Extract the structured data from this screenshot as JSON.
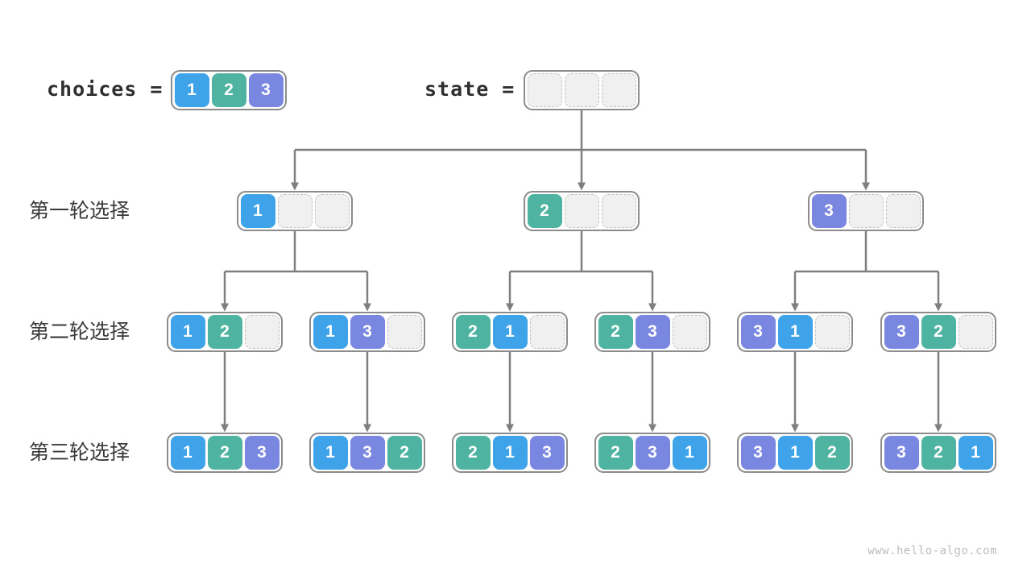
{
  "palette": {
    "1": "#3EA3E8",
    "2": "#4FB3A2",
    "3": "#7A87E0",
    "empty_fill": "#F0F0F0",
    "empty_border": "#C2C2C2",
    "box_border": "#8C8C8C",
    "arrow": "#7F7F7F",
    "label_text": "#3A3A3A"
  },
  "header": {
    "choices_label": "choices =",
    "state_label": "state =",
    "choices_box": [
      1,
      2,
      3
    ],
    "state_box": [
      null,
      null,
      null
    ]
  },
  "rows": [
    {
      "label": "第一轮选择",
      "boxes": [
        [
          1,
          null,
          null
        ],
        [
          2,
          null,
          null
        ],
        [
          3,
          null,
          null
        ]
      ]
    },
    {
      "label": "第二轮选择",
      "boxes": [
        [
          1,
          2,
          null
        ],
        [
          1,
          3,
          null
        ],
        [
          2,
          1,
          null
        ],
        [
          2,
          3,
          null
        ],
        [
          3,
          1,
          null
        ],
        [
          3,
          2,
          null
        ]
      ]
    },
    {
      "label": "第三轮选择",
      "boxes": [
        [
          1,
          2,
          3
        ],
        [
          1,
          3,
          2
        ],
        [
          2,
          1,
          3
        ],
        [
          2,
          3,
          1
        ],
        [
          3,
          1,
          2
        ],
        [
          3,
          2,
          1
        ]
      ]
    }
  ],
  "edges": {
    "root_children": [
      0,
      1,
      2
    ],
    "level1_children": [
      [
        0,
        1
      ],
      [
        2,
        3
      ],
      [
        4,
        5
      ]
    ]
  },
  "watermark": "www.hello-algo.com"
}
